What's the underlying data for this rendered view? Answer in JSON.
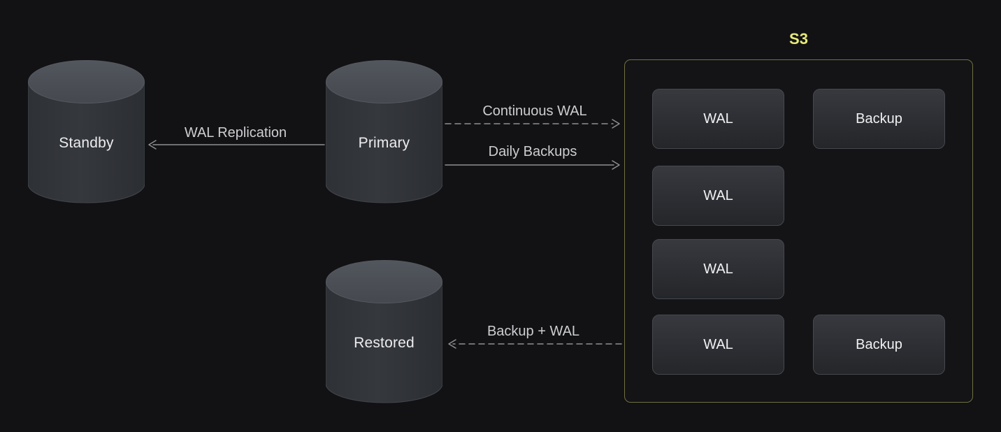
{
  "canvas": {
    "bg_color": "#121214"
  },
  "nodes": {
    "standby": {
      "label": "Standby",
      "shape": "database-cylinder"
    },
    "primary": {
      "label": "Primary",
      "shape": "database-cylinder"
    },
    "restored": {
      "label": "Restored",
      "shape": "database-cylinder"
    }
  },
  "edges": {
    "wal_replication": {
      "label": "WAL Replication",
      "style": "solid",
      "from": "Primary",
      "to": "Standby"
    },
    "continuous_wal": {
      "label": "Continuous WAL",
      "style": "dashed",
      "from": "Primary",
      "to": "S3"
    },
    "daily_backups": {
      "label": "Daily Backups",
      "style": "solid",
      "from": "Primary",
      "to": "S3"
    },
    "backup_plus_wal": {
      "label": "Backup + WAL",
      "style": "dashed",
      "from": "S3",
      "to": "Restored"
    }
  },
  "s3": {
    "title": "S3",
    "items": [
      {
        "label": "WAL"
      },
      {
        "label": "Backup"
      },
      {
        "label": "WAL"
      },
      {
        "label": "WAL"
      },
      {
        "label": "WAL"
      },
      {
        "label": "Backup"
      }
    ]
  },
  "colors": {
    "s3_title": "#e7e97b",
    "s3_border": "#6f7040",
    "arrow": "#8e8f93",
    "edge_label": "#cdced1",
    "node_label": "#ededef",
    "item_border": "#45484d",
    "item_fill_top": "#37393f",
    "item_fill_bottom": "#242629",
    "cylinder_top": "#4b4f56",
    "cylinder_body": "#313439"
  }
}
